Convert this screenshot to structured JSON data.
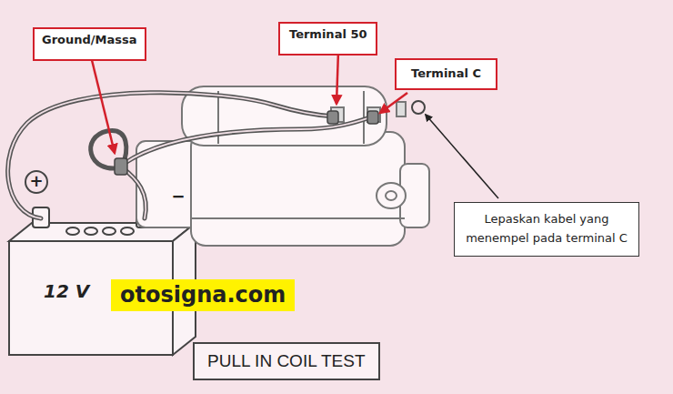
{
  "diagram": {
    "caption": "PULL IN COIL TEST",
    "nodes": [
      {
        "text": [
          "Ground/Massa"
        ]
      },
      {
        "text": [
          "Terminal 50"
        ]
      },
      {
        "text": [
          "Terminal C"
        ]
      },
      {
        "text": [
          "Lepaskan kabel yang menempel pada terminal C"
        ]
      }
    ],
    "labels": [
      "+",
      "−",
      "12 V",
      "otosigna.com"
    ]
  }
}
